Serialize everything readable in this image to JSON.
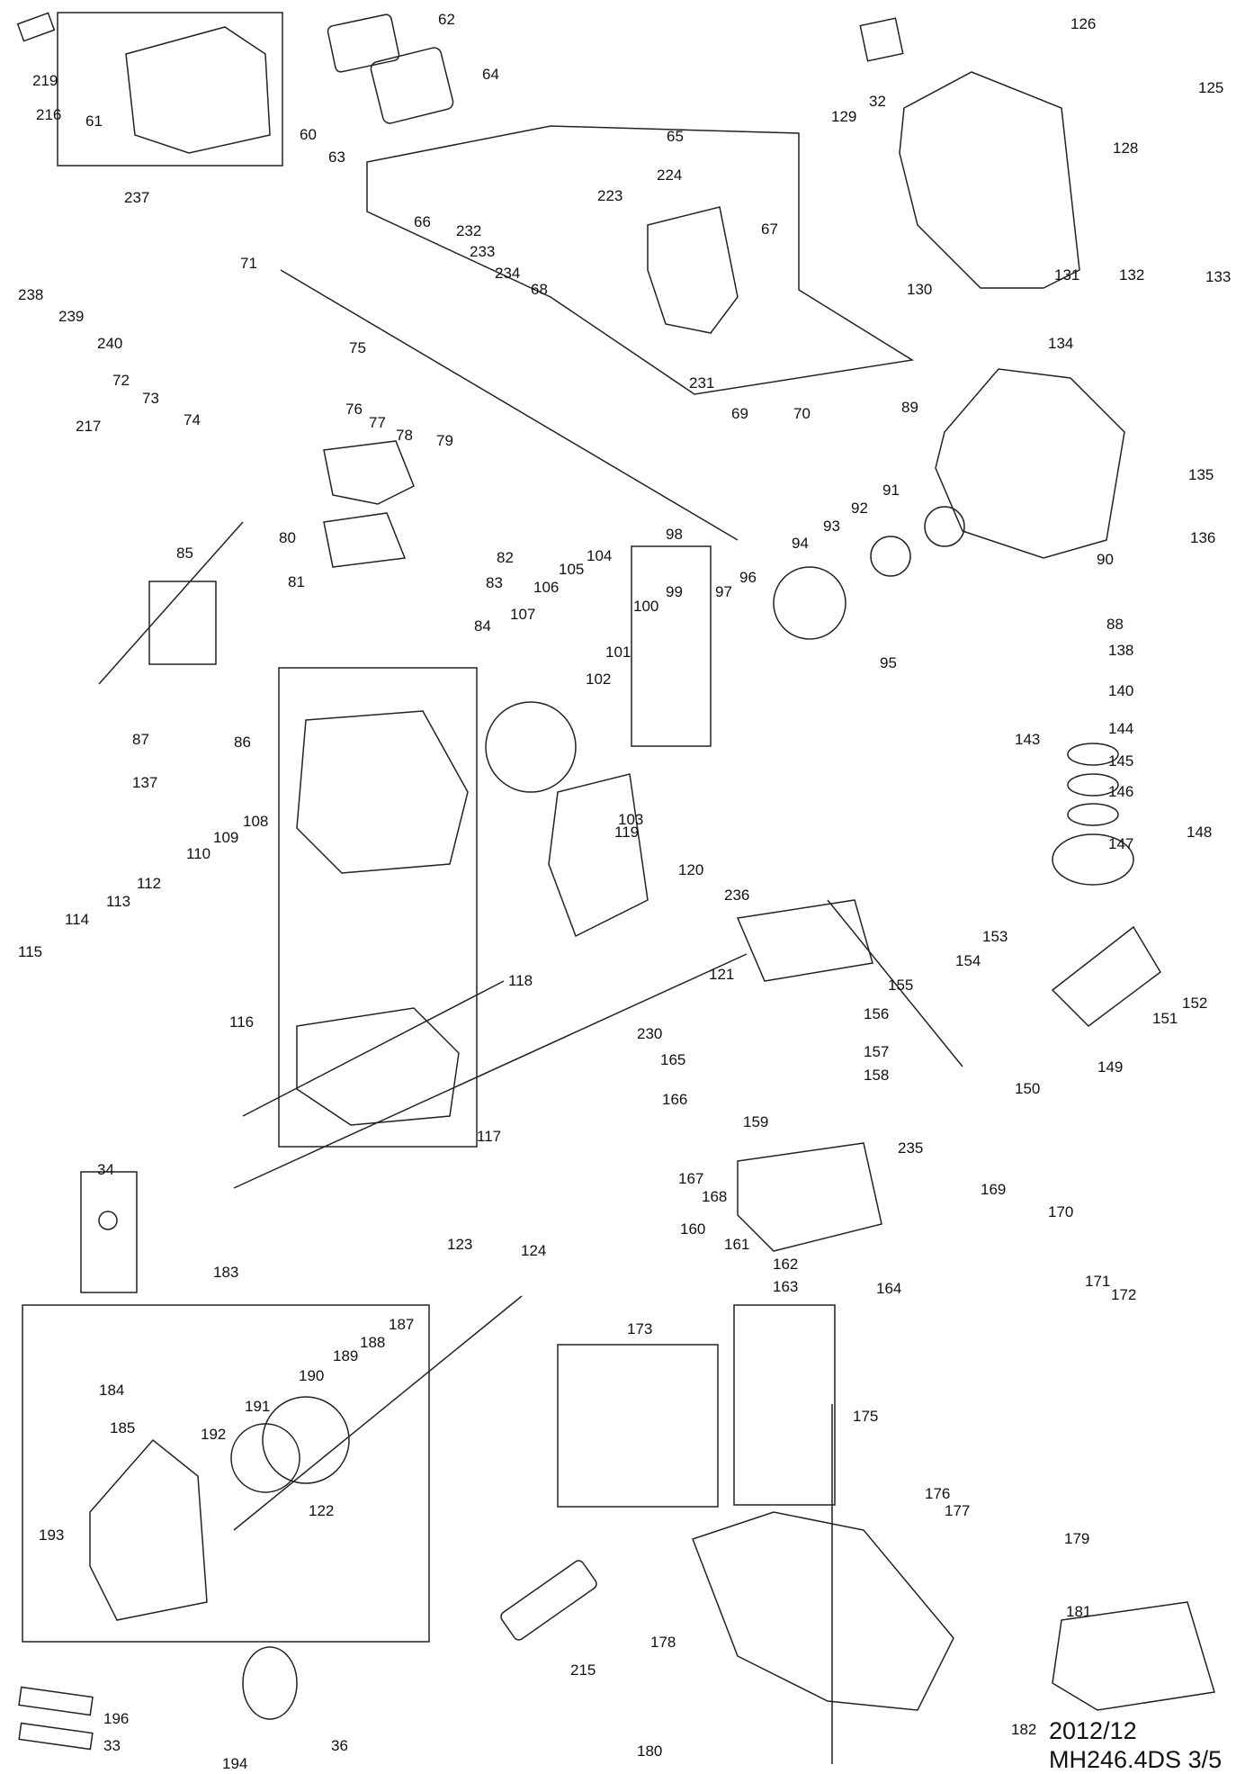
{
  "diagram": {
    "document_id": "MH246.4DS 3/5",
    "date": "2012/12",
    "part_numbers": [
      "219",
      "216",
      "61",
      "60",
      "62",
      "63",
      "64",
      "65",
      "66",
      "67",
      "68",
      "223",
      "224",
      "232",
      "233",
      "234",
      "231",
      "69",
      "70",
      "32",
      "126",
      "125",
      "129",
      "128",
      "130",
      "131",
      "132",
      "133",
      "134",
      "135",
      "136",
      "89",
      "90",
      "91",
      "92",
      "93",
      "94",
      "95",
      "96",
      "97",
      "98",
      "99",
      "100",
      "101",
      "102",
      "103",
      "104",
      "105",
      "106",
      "107",
      "237",
      "238",
      "239",
      "240",
      "71",
      "72",
      "73",
      "74",
      "75",
      "76",
      "77",
      "78",
      "79",
      "80",
      "81",
      "82",
      "83",
      "84",
      "85",
      "86",
      "87",
      "137",
      "217",
      "88",
      "138",
      "140",
      "143",
      "144",
      "145",
      "146",
      "147",
      "148",
      "108",
      "109",
      "110",
      "112",
      "113",
      "114",
      "115",
      "116",
      "117",
      "118",
      "119",
      "120",
      "121",
      "236",
      "155",
      "156",
      "157",
      "158",
      "230",
      "153",
      "154",
      "152",
      "151",
      "149",
      "150",
      "165",
      "166",
      "167",
      "168",
      "159",
      "235",
      "160",
      "161",
      "162",
      "163",
      "164",
      "169",
      "170",
      "171",
      "172",
      "34",
      "123",
      "124",
      "183",
      "184",
      "185",
      "187",
      "188",
      "189",
      "190",
      "191",
      "192",
      "193",
      "122",
      "173",
      "175",
      "176",
      "177",
      "178",
      "179",
      "181",
      "182",
      "180",
      "215",
      "196",
      "33",
      "194",
      "36"
    ]
  }
}
